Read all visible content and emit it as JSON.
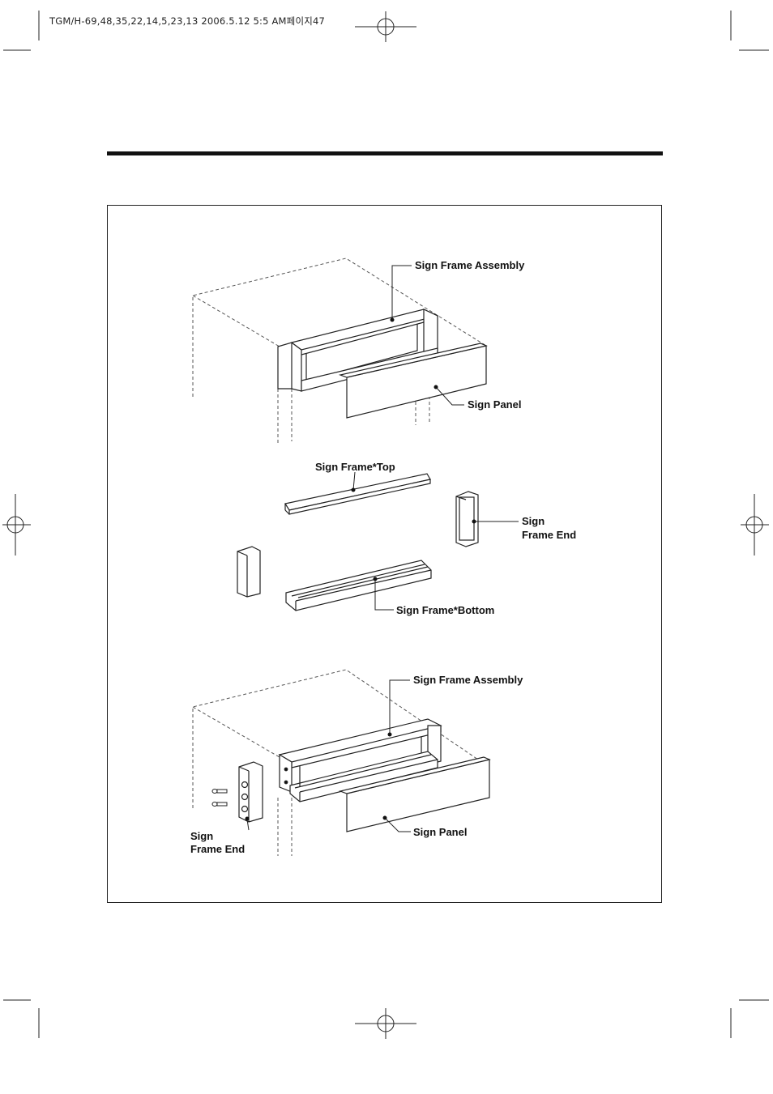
{
  "print_header": "TGM/H-69,48,35,22,14,5,23,13  2006.5.12 5:5 AM페이지47",
  "figure": {
    "top_assembly": {
      "sign_frame_assembly": "Sign Frame Assembly",
      "sign_panel": "Sign Panel"
    },
    "exploded_parts": {
      "sign_frame_top": "Sign Frame*Top",
      "sign_frame_end_line1": "Sign",
      "sign_frame_end_line2": "Frame End",
      "sign_frame_bottom": "Sign Frame*Bottom"
    },
    "bottom_assembly": {
      "sign_frame_assembly": "Sign Frame Assembly",
      "sign_panel": "Sign Panel",
      "sign_frame_end_line1": "Sign",
      "sign_frame_end_line2": "Frame End"
    }
  }
}
